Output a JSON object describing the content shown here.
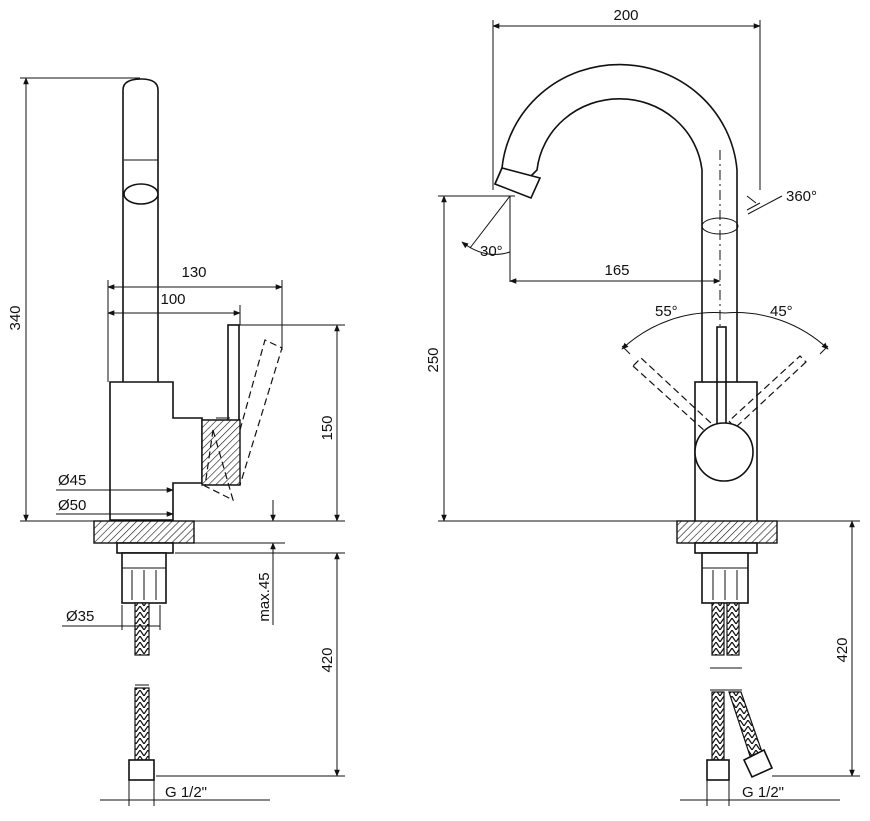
{
  "side_view": {
    "height_total": "340",
    "width_lever": "130",
    "width_body": "100",
    "height_body": "150",
    "dia_body": "Ø45",
    "dia_base": "Ø50",
    "max_thickness": "max.45",
    "dia_shank": "Ø35",
    "hose_length": "420",
    "thread": "G 1/2\""
  },
  "front_view": {
    "reach_total": "200",
    "rotation": "360°",
    "spout_tilt": "30°",
    "reach_spout": "165",
    "spout_height": "250",
    "lever_left": "55°",
    "lever_right": "45°",
    "hose_length": "420",
    "thread": "G 1/2\""
  }
}
